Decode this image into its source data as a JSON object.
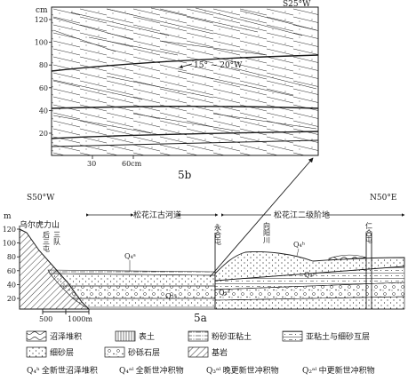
{
  "panel_5b": {
    "label": "5b",
    "unit": "cm",
    "orientation": "S25°W",
    "dip_annotation": "15° ~ 20°W",
    "y_ticks": [
      "120",
      "100",
      "80",
      "60",
      "40",
      "20"
    ],
    "x_ticks": [
      "30",
      "60cm"
    ]
  },
  "panel_5a": {
    "label": "5a",
    "unit": "m",
    "orientation_left": "S50°W",
    "orientation_right": "N50°E",
    "mountain_name": "乌尔虎力山",
    "zone_old_channel": "松花江古河道",
    "zone_terrace": "松花江二级阶地",
    "y_ticks": [
      "120",
      "100",
      "80",
      "60",
      "40",
      "20"
    ],
    "scale_labels": [
      "500",
      "1000m"
    ],
    "villages": {
      "housan_tun": "后三屯",
      "san_dui": "三队",
      "yonghe_tun": "永合屯",
      "xiangyang_chuan": "向阳川",
      "renhe_tun": "仁合屯"
    },
    "unit_labels": {
      "q4_alluvium_left": "Q₄ᵃ",
      "q4_swamp": "Q₄ʰ",
      "q3_alluvium": "Q₃ᵃˡ",
      "q2_alluvium_left": "Q₂ᵃ",
      "q2_alluvium_right": "Q₂ᵃ"
    }
  },
  "legend": {
    "items": [
      {
        "key": "swamp",
        "label": "沼泽堆积"
      },
      {
        "key": "topsoil",
        "label": "表土"
      },
      {
        "key": "silty_loam",
        "label": "粉砂亚粘土"
      },
      {
        "key": "loam_fine_sand",
        "label": "亚粘土与细砂互层"
      },
      {
        "key": "fine_sand",
        "label": "细砂层"
      },
      {
        "key": "gravel",
        "label": "砂砾石层"
      },
      {
        "key": "bedrock",
        "label": "基岩"
      }
    ],
    "notes": [
      {
        "symbol": "Q₄ʰ",
        "label": "全新世沼泽堆积"
      },
      {
        "symbol": "Q₄ᵃˡ",
        "label": "全新世冲积物"
      },
      {
        "symbol": "Q₃ᵃˡ",
        "label": "晚更新世冲积物"
      },
      {
        "symbol": "Q₂ᵃˡ",
        "label": "中更新世冲积物"
      }
    ]
  }
}
